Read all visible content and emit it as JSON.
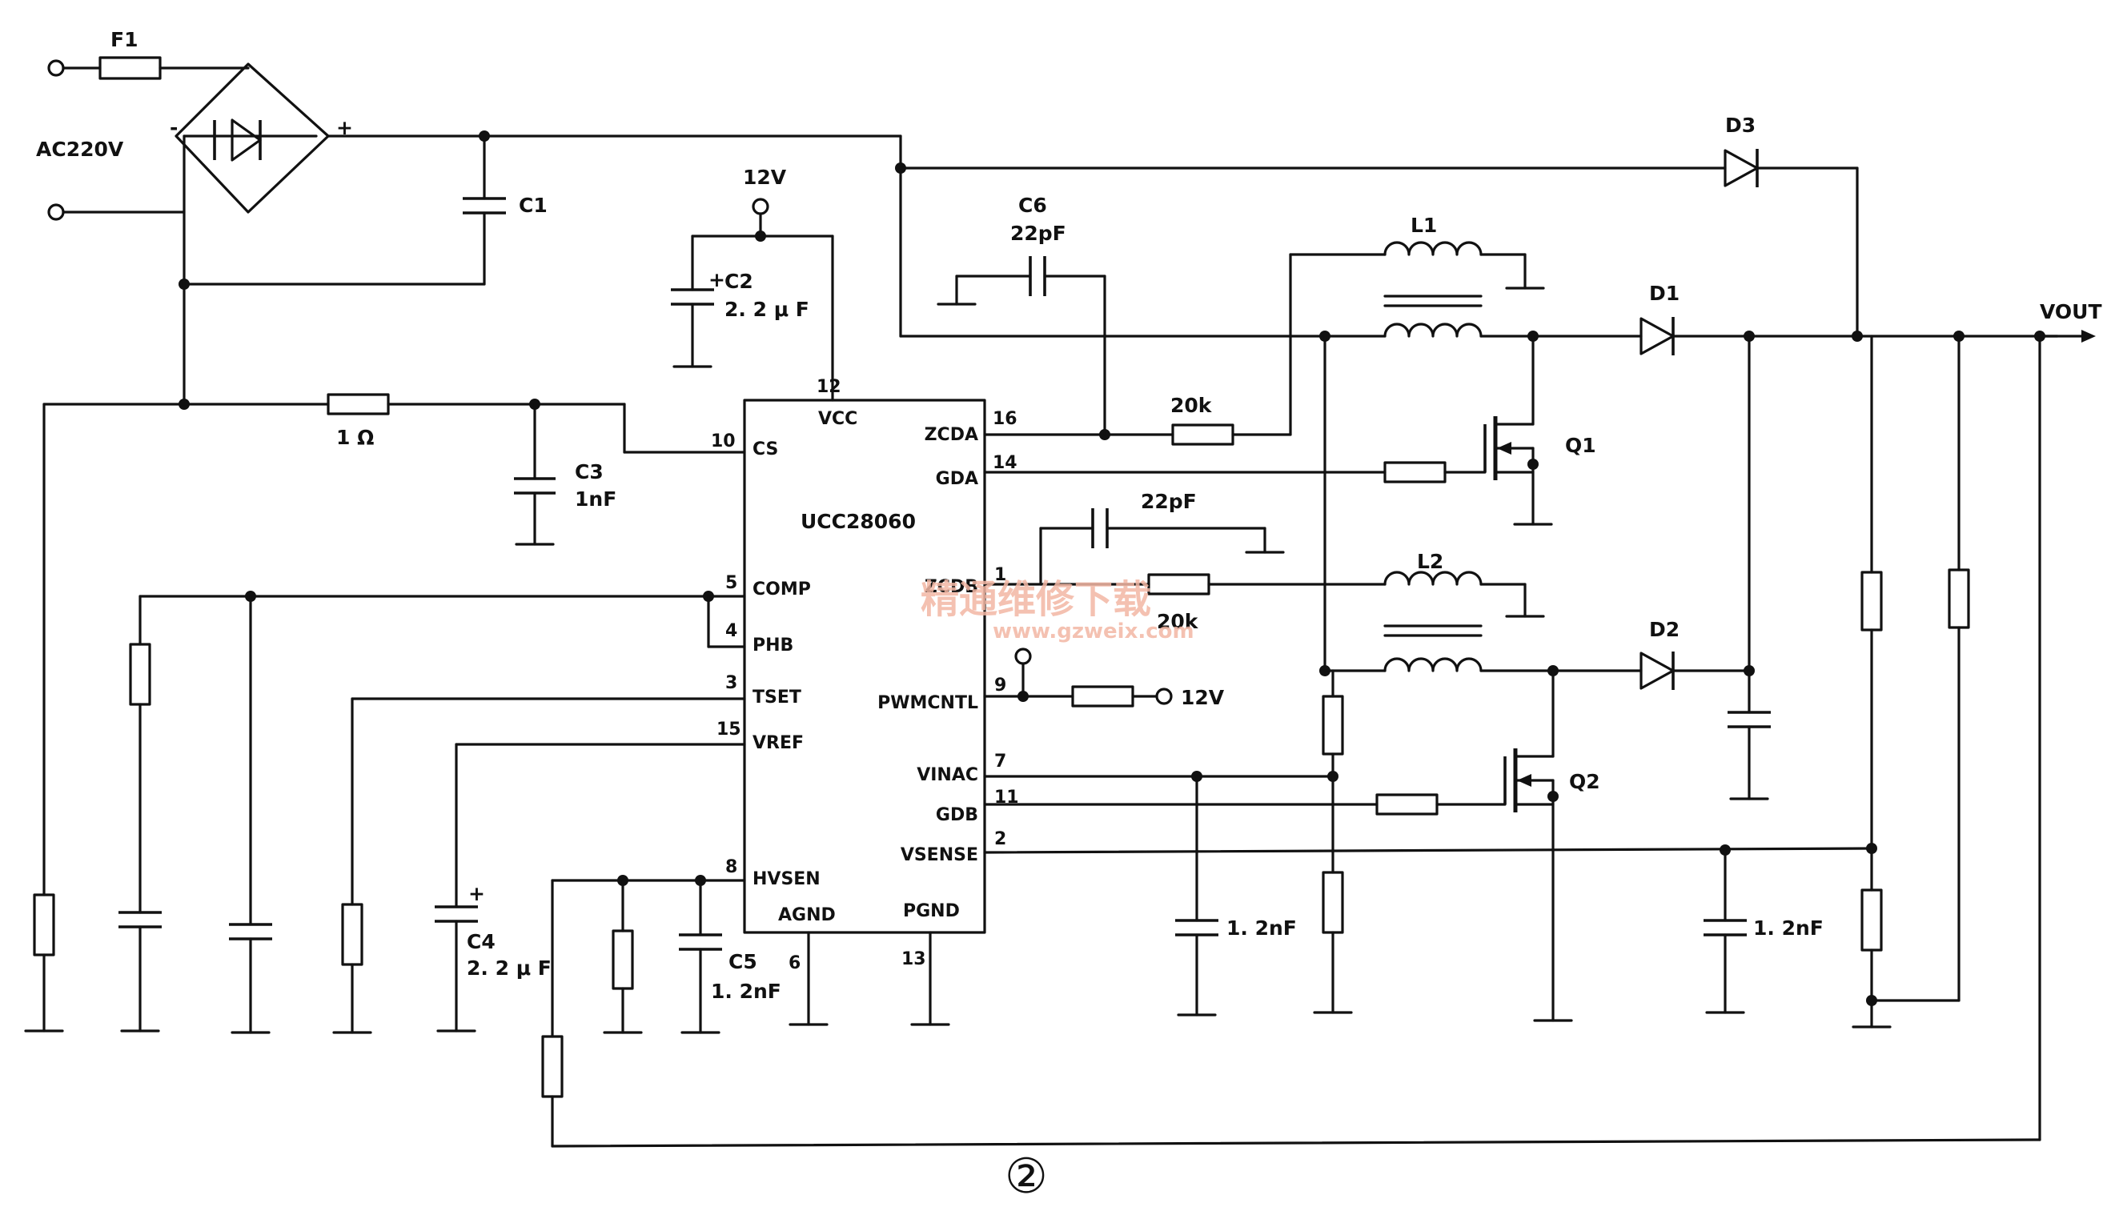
{
  "labels": {
    "f1": "F1",
    "ac": "AC220V",
    "plus": "+",
    "minus": "-",
    "c1": "C1",
    "v12_top": "12V",
    "c2": "C2",
    "c2_val": "2. 2 μ F",
    "r_cs": "1 Ω",
    "c3": "C3",
    "c3_val": "1nF",
    "c4": "C4",
    "c4_val": "2. 2 μ F",
    "c5": "C5",
    "c5_val": "1. 2nF",
    "c6": "C6",
    "c6_val": "22pF",
    "cap_zcdb_val": "22pF",
    "r_zcda": "20k",
    "r_zcdb": "20k",
    "l1": "L1",
    "l2": "L2",
    "d1": "D1",
    "d2": "D2",
    "d3": "D3",
    "q1": "Q1",
    "q2": "Q2",
    "vout": "VOUT",
    "v12_pwm": "12V",
    "c_vinac": "1. 2nF",
    "c_vsense": "1. 2nF",
    "figure_no": "②"
  },
  "ic": {
    "name": "UCC28060",
    "pins": [
      {
        "num": "12",
        "name": "VCC"
      },
      {
        "num": "10",
        "name": "CS"
      },
      {
        "num": "16",
        "name": "ZCDA"
      },
      {
        "num": "14",
        "name": "GDA"
      },
      {
        "num": "1",
        "name": "ZCDB"
      },
      {
        "num": "5",
        "name": "COMP"
      },
      {
        "num": "4",
        "name": "PHB"
      },
      {
        "num": "3",
        "name": "TSET"
      },
      {
        "num": "15",
        "name": "VREF"
      },
      {
        "num": "9",
        "name": "PWMCNTL"
      },
      {
        "num": "7",
        "name": "VINAC"
      },
      {
        "num": "11",
        "name": "GDB"
      },
      {
        "num": "2",
        "name": "VSENSE"
      },
      {
        "num": "8",
        "name": "HVSEN"
      },
      {
        "num": "6",
        "name": "AGND"
      },
      {
        "num": "13",
        "name": "PGND"
      }
    ]
  },
  "watermark": {
    "cn": "精通维修下载",
    "url": "www.gzweix.com"
  }
}
